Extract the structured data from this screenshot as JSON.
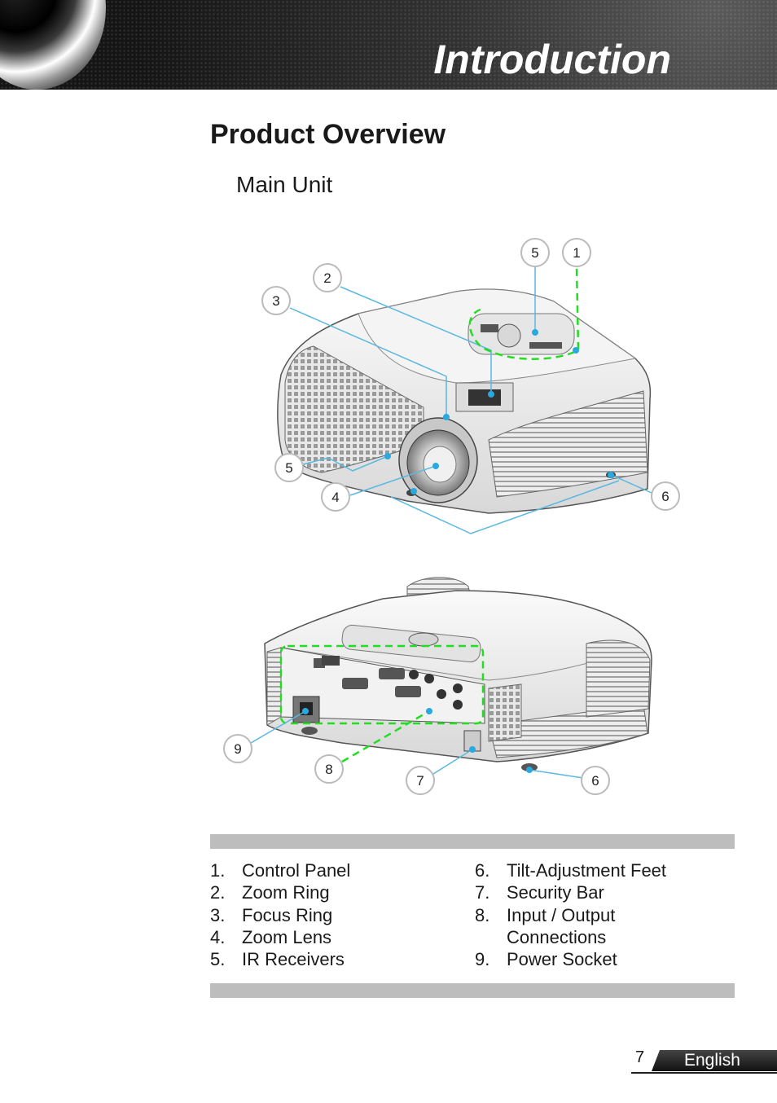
{
  "header": {
    "chapter_title": "Introduction"
  },
  "page": {
    "section_title": "Product Overview",
    "subsection_title": "Main Unit"
  },
  "diagram": {
    "callouts_front": [
      "5",
      "1",
      "2",
      "3",
      "5",
      "4",
      "6"
    ],
    "callouts_rear": [
      "9",
      "8",
      "7",
      "6"
    ]
  },
  "parts_list": {
    "left": [
      {
        "num": "1.",
        "text": "Control Panel"
      },
      {
        "num": "2.",
        "text": "Zoom Ring"
      },
      {
        "num": "3.",
        "text": "Focus Ring"
      },
      {
        "num": "4.",
        "text": "Zoom Lens"
      },
      {
        "num": "5.",
        "text": "IR Receivers"
      }
    ],
    "right": [
      {
        "num": "6.",
        "text": "Tilt-Adjustment Feet"
      },
      {
        "num": "7.",
        "text": "Security Bar"
      },
      {
        "num": "8.",
        "text": "Input / Output"
      },
      {
        "num": "",
        "text": "Connections"
      },
      {
        "num": "9.",
        "text": "Power Socket"
      }
    ]
  },
  "footer": {
    "page_number": "7",
    "language": "English"
  },
  "colors": {
    "callout_line": "#5bb8e0",
    "highlight": "#22dd22"
  }
}
